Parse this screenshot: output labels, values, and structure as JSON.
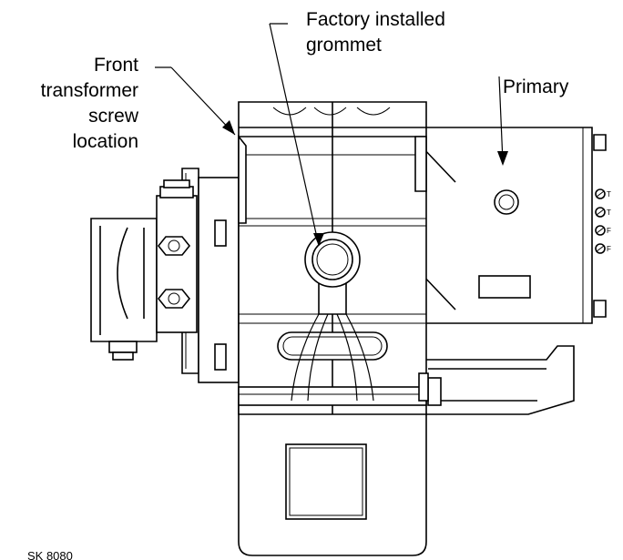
{
  "callouts": {
    "grommet": [
      "Factory installed",
      "grommet"
    ],
    "screw": [
      "Front",
      "transformer",
      "screw",
      "location"
    ],
    "primary": "Primary"
  },
  "terminals": [
    "T",
    "T",
    "F",
    "F"
  ],
  "drawing_code": "SK 8080"
}
